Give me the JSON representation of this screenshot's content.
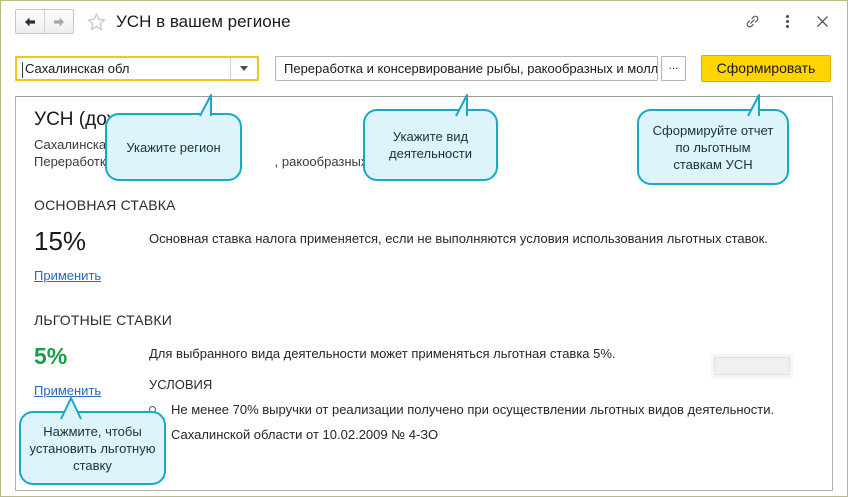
{
  "window": {
    "title": "УСН в вашем регионе",
    "nav_back_icon": "arrow-left-icon",
    "nav_forward_icon": "arrow-right-icon",
    "favorite_icon": "star-outline-icon",
    "link_icon": "link-icon",
    "menu_icon": "more-vertical-icon",
    "close_icon": "close-icon"
  },
  "toolbar": {
    "region_value": "Сахалинская обл",
    "region_dropdown_icon": "chevron-down-icon",
    "activity_value": "Переработка и консервирование рыбы, ракообразных и молл",
    "activity_pick_label": "...",
    "generate_label": "Сформировать"
  },
  "document": {
    "title": "УСН (дох",
    "subtitle_line1": "Сахалинская",
    "subtitle_line2_left": "Переработка",
    "subtitle_line2_right": ", ракообразных и мол",
    "main_section": {
      "heading": "ОСНОВНАЯ СТАВКА",
      "rate": "15%",
      "description": "Основная ставка налога применяется, если не выполняются условия использования льготных ставок.",
      "apply_label": "Применить"
    },
    "benefit_section": {
      "heading": "ЛЬГОТНЫЕ СТАВКИ",
      "rate": "5%",
      "description": "Для выбранного вида деятельности может применяться льготная ставка 5%.",
      "apply_label": "Применить",
      "conditions_heading": "УСЛОВИЯ",
      "conditions": [
        "Не менее 70% выручки от реализации получено при осуществлении льготных видов деятельности."
      ],
      "law_reference": "Сахалинской области от 10.02.2009 № 4-ЗО"
    }
  },
  "callouts": {
    "region": "Укажите регион",
    "activity": "Укажите вид\nдеятельности",
    "generate": "Сформируйте отчет\nпо льготным\nставкам УСН",
    "apply": "Нажмите, чтобы\nустановить льготную\nставку"
  },
  "colors": {
    "accent_yellow": "#ffd400",
    "focus_border": "#f5c518",
    "callout_fill": "#ddf4fb",
    "callout_border": "#1aa7cc",
    "link_blue": "#2a68b8",
    "rate_green": "#1a9b4b"
  }
}
